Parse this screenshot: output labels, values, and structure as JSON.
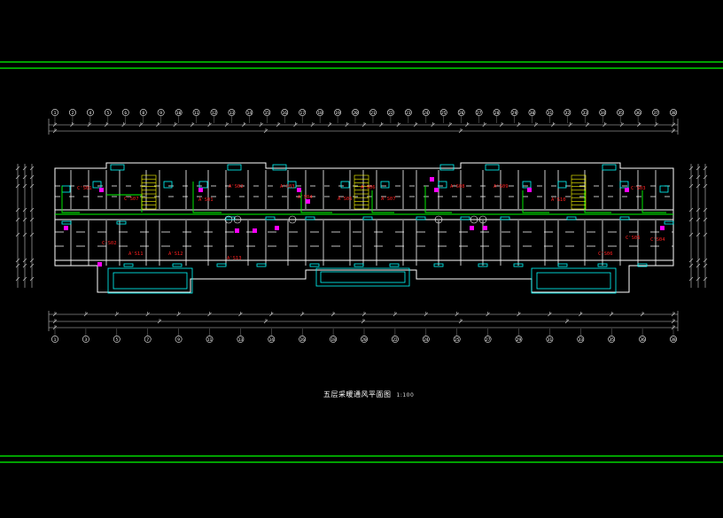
{
  "drawing": {
    "title": "五层采暖通风平面图",
    "scale": "1:100",
    "top_axis_labels": [
      "1",
      "2",
      "4",
      "5",
      "6",
      "8",
      "9",
      "10",
      "11",
      "12",
      "13",
      "14",
      "15",
      "16",
      "17",
      "18",
      "19",
      "20",
      "21",
      "22",
      "23",
      "24",
      "25",
      "26",
      "27",
      "28",
      "29",
      "30",
      "31",
      "32",
      "33",
      "34",
      "35",
      "36",
      "37",
      "38"
    ],
    "bottom_axis_labels": [
      "1",
      "3",
      "5",
      "7",
      "9",
      "11",
      "13",
      "14",
      "16",
      "18",
      "20",
      "22",
      "24",
      "25",
      "27",
      "29",
      "31",
      "33",
      "35",
      "36",
      "38"
    ],
    "room_labels": [
      "C'S01",
      "C'S02",
      "C'S03",
      "C'S04",
      "C'S05",
      "C'S06",
      "C'S07",
      "A'S01",
      "A'S02",
      "A'S03",
      "A'S04",
      "A'S05",
      "A'S06",
      "A'S07",
      "A'S08",
      "A'S09",
      "A'S10",
      "A'S11",
      "A'S12",
      "A'S13"
    ],
    "colors": {
      "background": "#000000",
      "frame_line": "#00ff00",
      "walls": "#ffffff",
      "room_text": "#ff2020",
      "dimension": "#ffffff",
      "ductwork": "#00ffff",
      "equipment": "#ff00ff",
      "pipes": "#00ff00",
      "stairs": "#ffff00"
    }
  }
}
